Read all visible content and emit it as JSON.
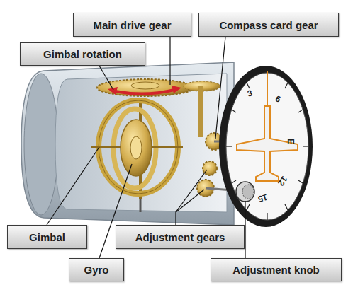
{
  "diagram": {
    "nodes": [
      {
        "text": [
          "Main drive gear"
        ]
      },
      {
        "text": [
          "Compass card gear"
        ]
      },
      {
        "text": [
          "Gimbal rotation"
        ]
      },
      {
        "text": [
          "Gimbal"
        ]
      },
      {
        "text": [
          "Adjustment gears"
        ]
      },
      {
        "text": [
          "Gyro"
        ]
      },
      {
        "text": [
          "Adjustment knob"
        ]
      }
    ],
    "labels": [
      "3",
      "6",
      "E",
      "12",
      "15"
    ]
  }
}
